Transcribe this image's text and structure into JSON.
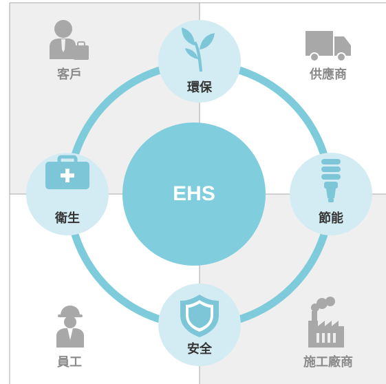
{
  "center": {
    "label": "EHS"
  },
  "nodes": {
    "top": {
      "label": "環保",
      "icon": "plant-sprout-icon"
    },
    "right": {
      "label": "節能",
      "icon": "energy-saving-bulb-icon"
    },
    "bottom": {
      "label": "安全",
      "icon": "shield-icon"
    },
    "left": {
      "label": "衛生",
      "icon": "first-aid-kit-icon"
    }
  },
  "corners": {
    "top_left": {
      "label": "客戶",
      "icon": "businessman-icon"
    },
    "top_right": {
      "label": "供應商",
      "icon": "delivery-truck-icon"
    },
    "bottom_left": {
      "label": "員工",
      "icon": "worker-helmet-icon"
    },
    "bottom_right": {
      "label": "施工廠商",
      "icon": "factory-icon"
    }
  },
  "colors": {
    "ring": "#7ecbdb",
    "center_fill": "#80cedd",
    "node_fill": "#d3ecf3",
    "node_icon": "#7cc6d8",
    "quadrant_gray": "#efefef",
    "grid_line": "#a9a9a9",
    "corner_icon": "#a8a8a8"
  }
}
